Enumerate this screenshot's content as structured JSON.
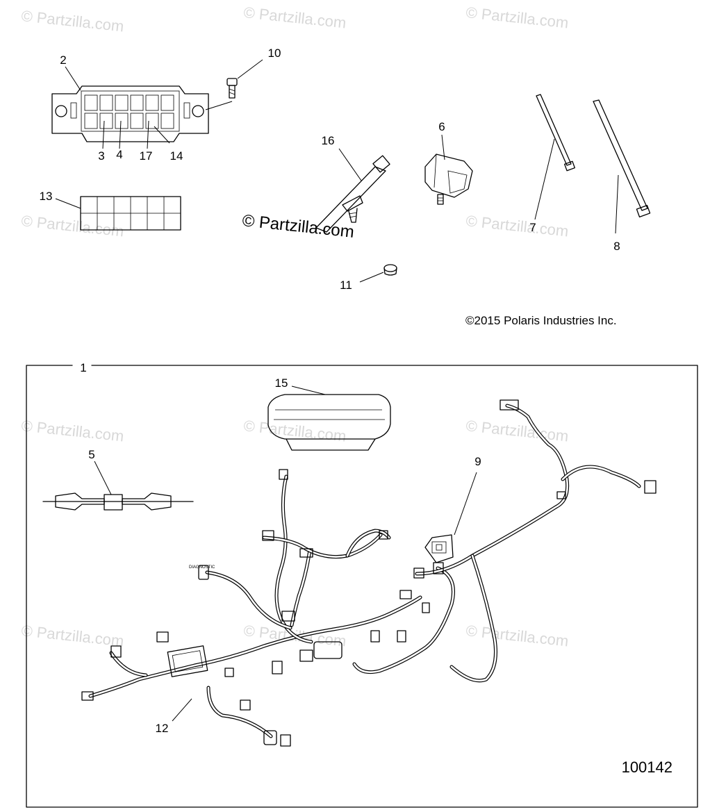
{
  "watermark": "© Partzilla.com",
  "center_watermark": "© Partzilla.com",
  "copyright": "©2015 Polaris Industries Inc.",
  "figure_number": "100142",
  "diagnostic_label": "DIAGNOSTIC",
  "callouts": {
    "c1": "1",
    "c2": "2",
    "c3": "3",
    "c4": "4",
    "c5": "5",
    "c6": "6",
    "c7": "7",
    "c8": "8",
    "c9": "9",
    "c10": "10",
    "c11": "11",
    "c12": "12",
    "c13": "13",
    "c14": "14",
    "c15": "15",
    "c16": "16",
    "c17": "17"
  }
}
